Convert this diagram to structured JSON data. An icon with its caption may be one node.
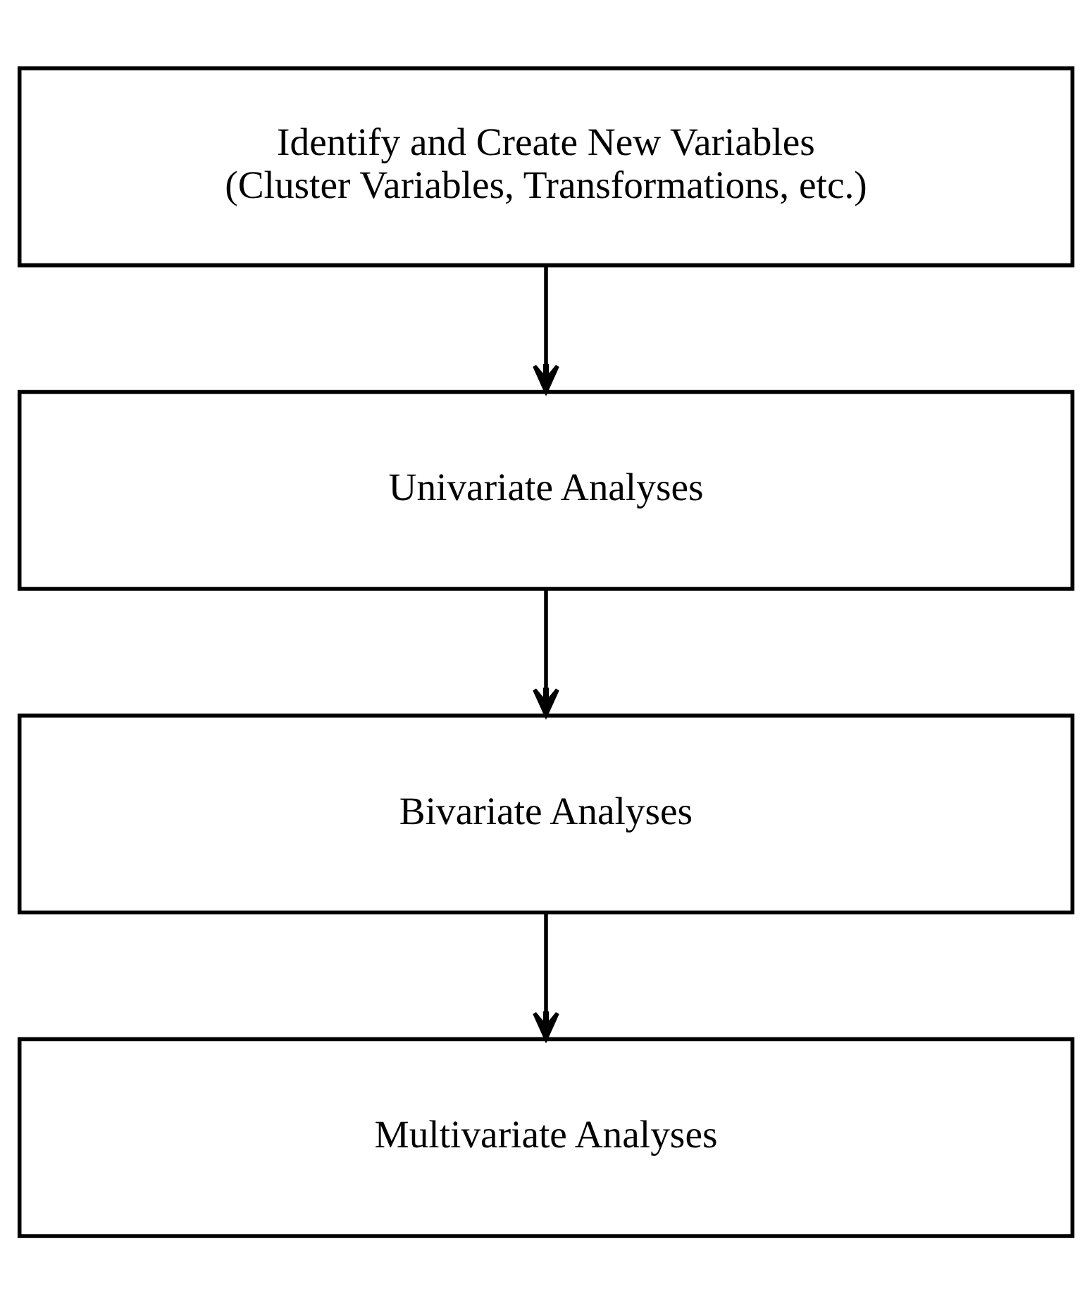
{
  "diagram": {
    "nodes": [
      {
        "text": [
          "Identify and Create New Variables",
          "(Cluster Variables, Transformations, etc.)"
        ]
      },
      {
        "text": [
          "Univariate Analyses"
        ]
      },
      {
        "text": [
          "Bivariate Analyses"
        ]
      },
      {
        "text": [
          "Multivariate Analyses"
        ]
      }
    ],
    "edges": [
      {
        "from": 0,
        "to": 1,
        "arrow": "to"
      },
      {
        "from": 1,
        "to": 2,
        "arrow": "to"
      },
      {
        "from": 2,
        "to": 3,
        "arrow": "to"
      }
    ]
  }
}
